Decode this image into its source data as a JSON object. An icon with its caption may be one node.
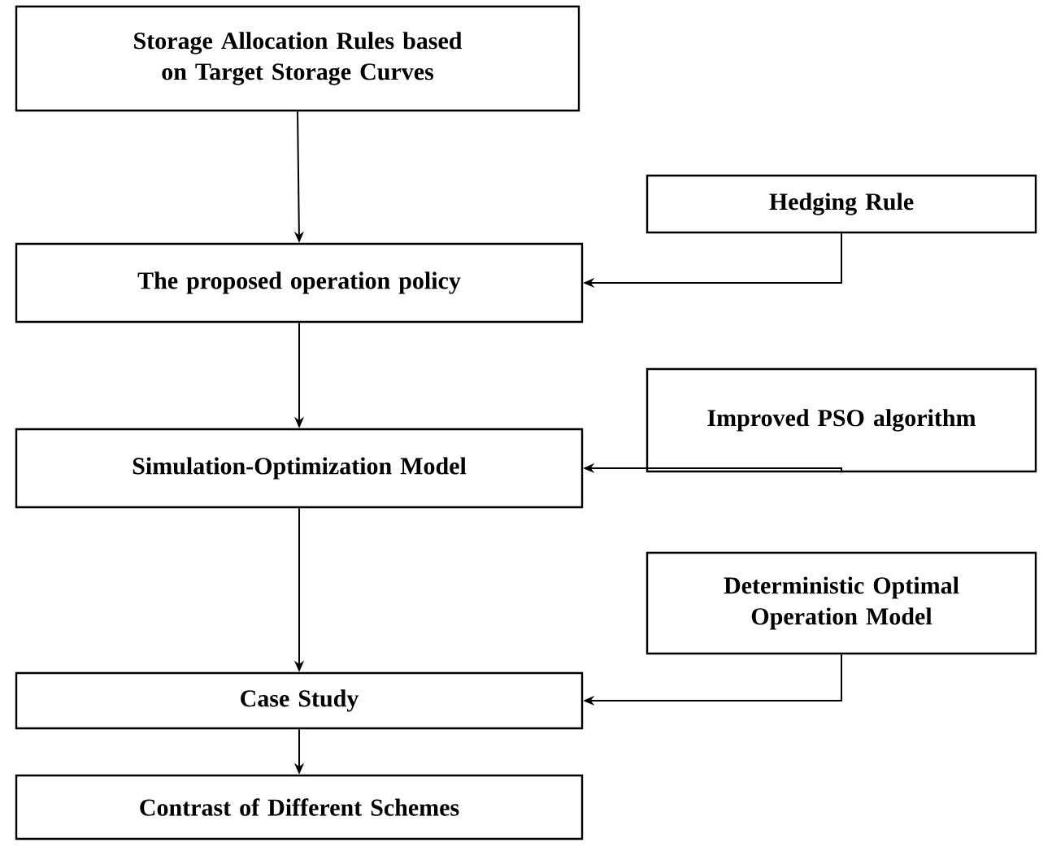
{
  "diagram": {
    "nodes": [
      {
        "text": [
          "Storage Allocation Rules based on Target Storage Curves"
        ]
      },
      {
        "text": [
          "Hedging Rule"
        ]
      },
      {
        "text": [
          "The proposed operation policy"
        ]
      },
      {
        "text": [
          "Improved PSO algorithm"
        ]
      },
      {
        "text": [
          "Simulation-Optimization Model"
        ]
      },
      {
        "text": [
          "Deterministic Optimal Operation Model"
        ]
      },
      {
        "text": [
          "Case Study"
        ]
      },
      {
        "text": [
          "Contrast of Different Schemes"
        ]
      }
    ],
    "edges": [
      {
        "from": 0,
        "to": 2,
        "arrow": "to"
      },
      {
        "from": 1,
        "to": 2,
        "arrow": "to"
      },
      {
        "from": 2,
        "to": 4,
        "arrow": "to"
      },
      {
        "from": 3,
        "to": 4,
        "arrow": "to"
      },
      {
        "from": 4,
        "to": 6,
        "arrow": "to"
      },
      {
        "from": 5,
        "to": 6,
        "arrow": "to"
      },
      {
        "from": 6,
        "to": 7,
        "arrow": "to"
      }
    ]
  }
}
